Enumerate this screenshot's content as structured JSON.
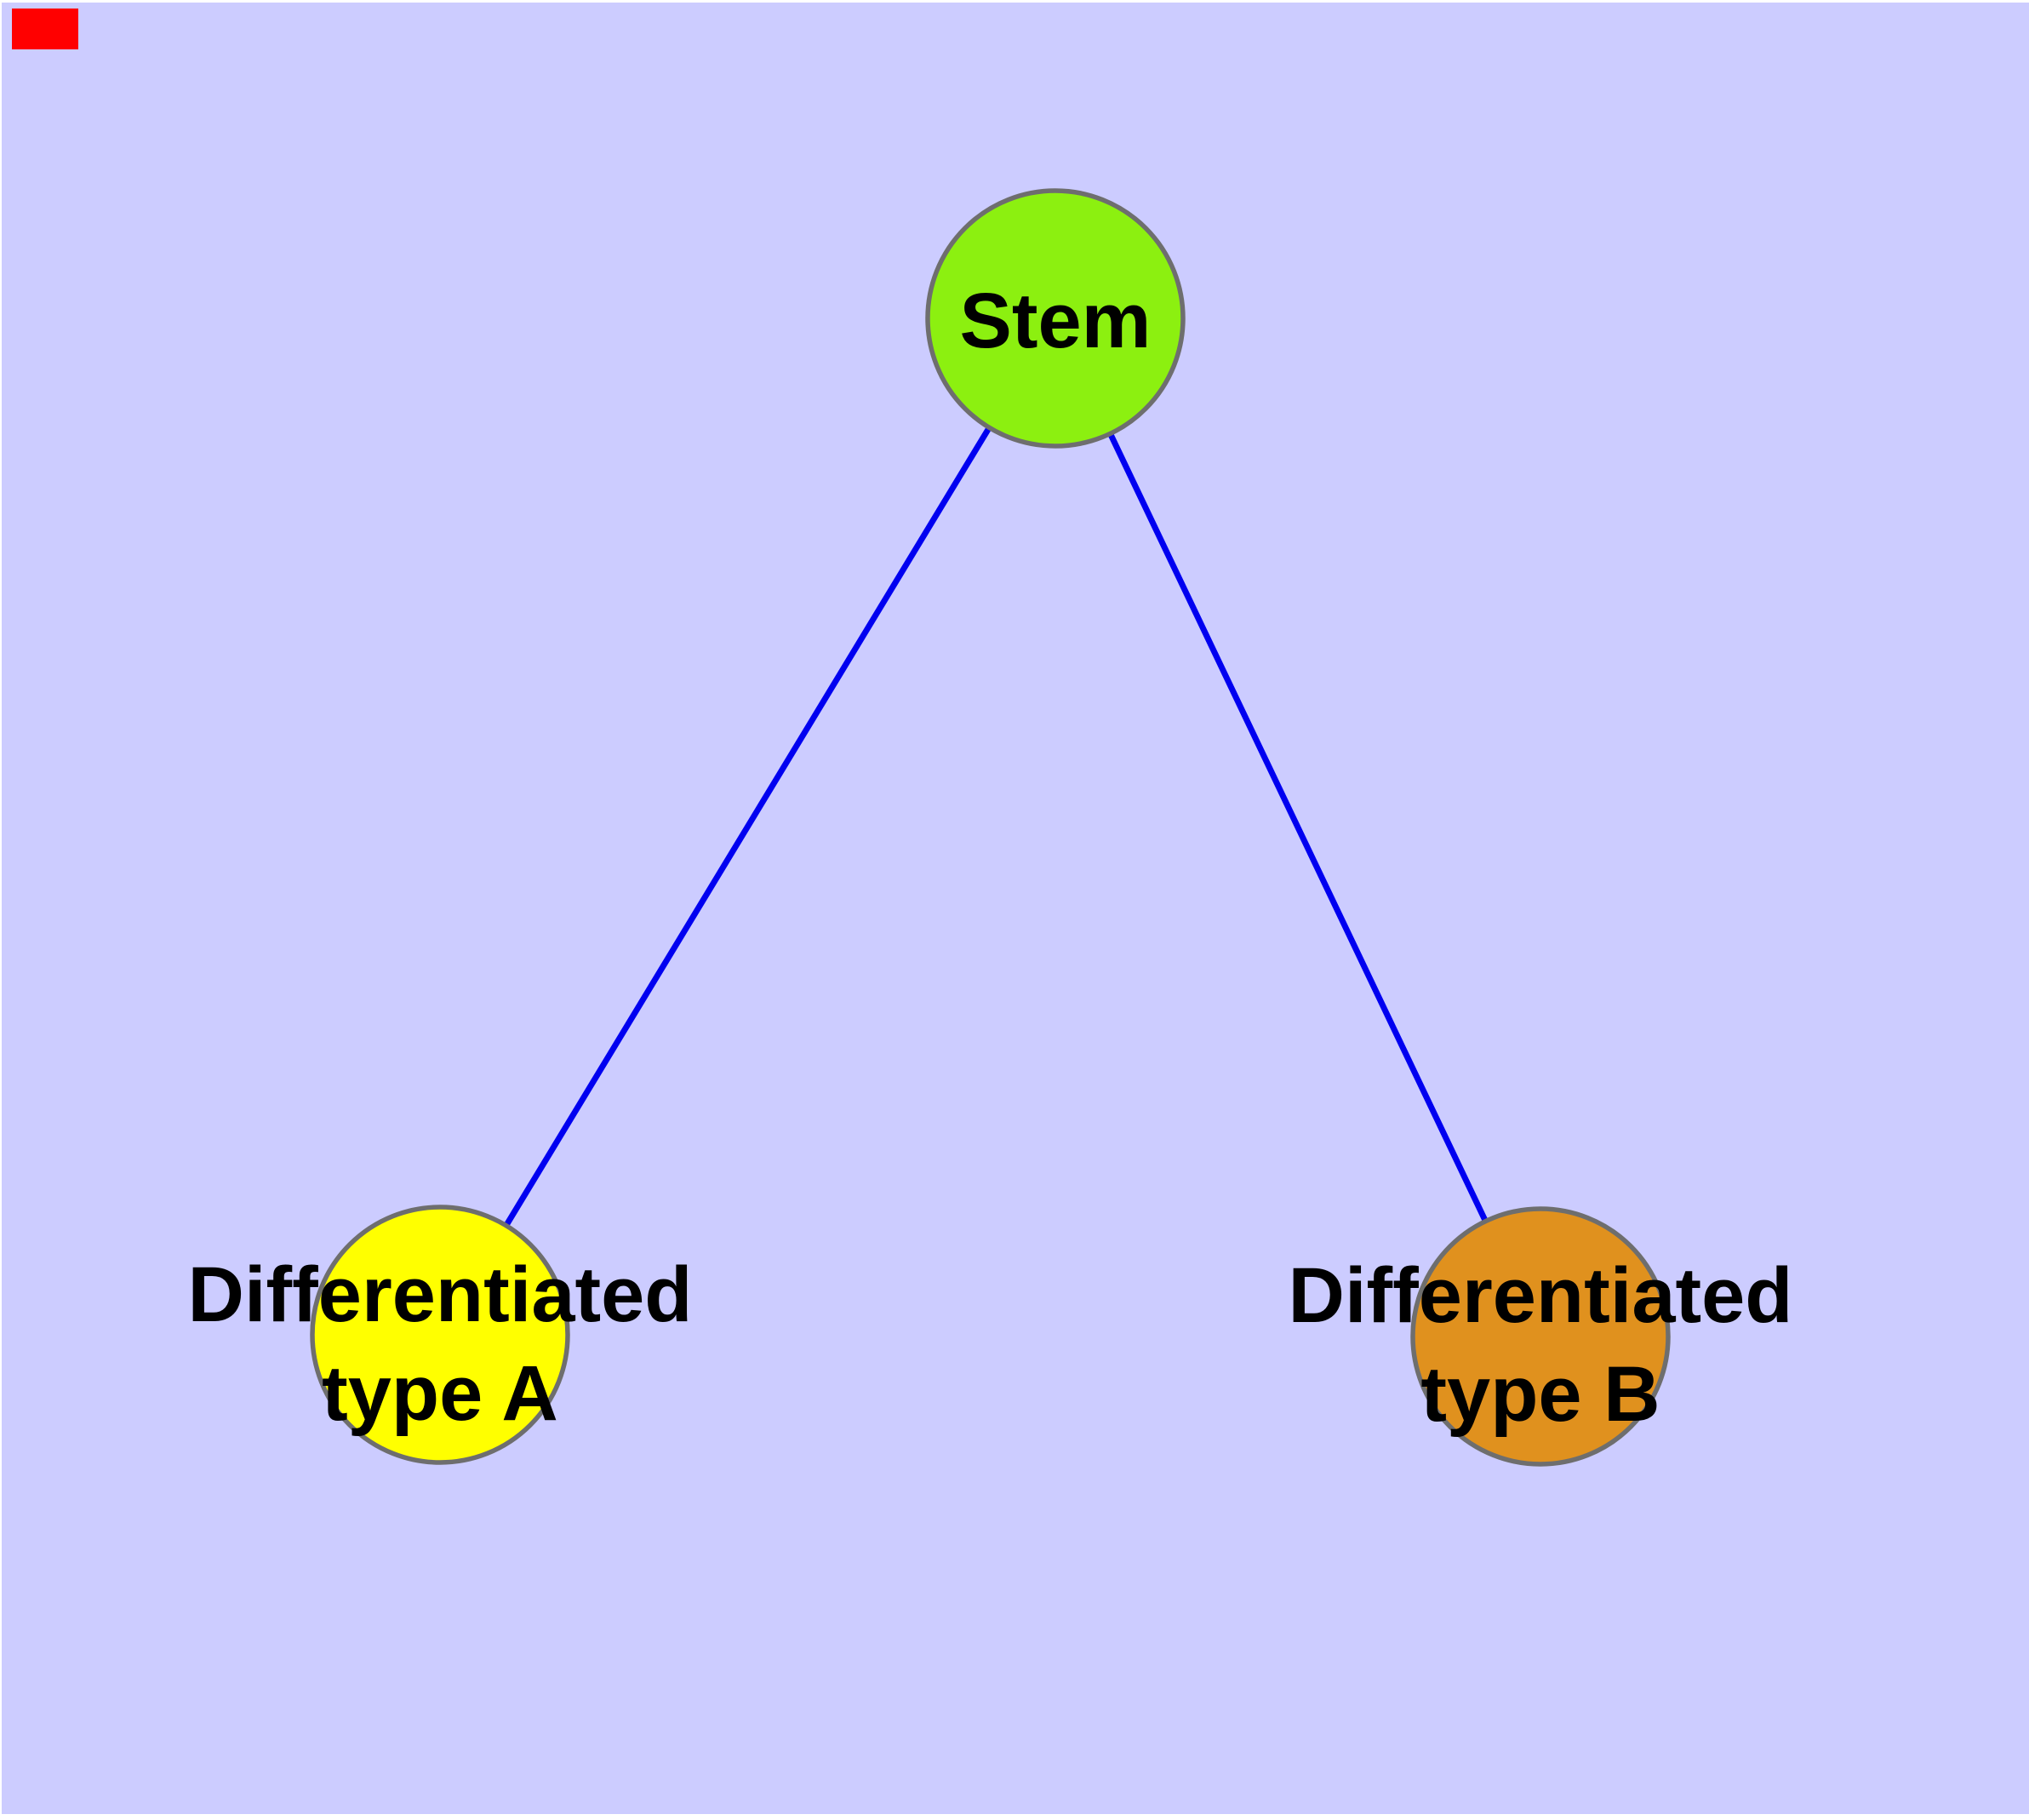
{
  "diagram": {
    "background_color": "#CCCCFF",
    "page_margin_color": "#FFFFFF",
    "edge_color": "#0000F0",
    "node_border_color": "#6E6E6E",
    "label_color": "#000000",
    "marker": {
      "color": "#FF0000"
    },
    "nodes": [
      {
        "id": "stem",
        "label": "Stem",
        "lines": [
          "Stem"
        ],
        "fill": "#8CF010"
      },
      {
        "id": "differentiated-type-a",
        "label": "Differentiated type A",
        "lines": [
          "Differentiated",
          "type A"
        ],
        "fill": "#FFFF00"
      },
      {
        "id": "differentiated-type-b",
        "label": "Differentiated type B",
        "lines": [
          "Differentiated",
          "type B"
        ],
        "fill": "#E0911E"
      }
    ],
    "edges": [
      {
        "from": "Stem",
        "to": "Differentiated type A"
      },
      {
        "from": "Stem",
        "to": "Differentiated type B"
      }
    ]
  }
}
